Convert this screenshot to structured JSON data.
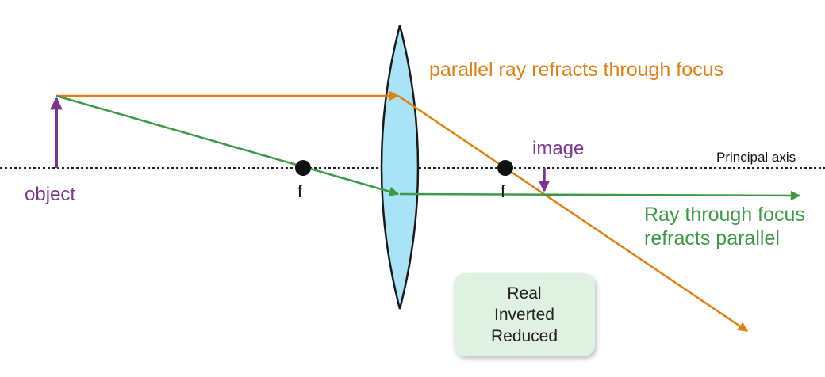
{
  "labels": {
    "parallel_ray": "parallel ray refracts through focus",
    "image": "image",
    "principal_axis": "Principal axis",
    "object": "object",
    "focus_left": "f",
    "focus_right": "f",
    "ray_through_focus_line1": "Ray through focus",
    "ray_through_focus_line2": "refracts parallel"
  },
  "image_properties": [
    "Real",
    "Inverted",
    "Reduced"
  ],
  "colors": {
    "object_arrow": "#7a3493",
    "parallel_ray": "#e07f12",
    "focal_ray": "#3c9a46",
    "lens_fill": "#a8e3f7",
    "lens_stroke": "#1a1a1a",
    "axis": "#222222",
    "focal_point": "#111111",
    "box_fill": "#dff1e0"
  }
}
